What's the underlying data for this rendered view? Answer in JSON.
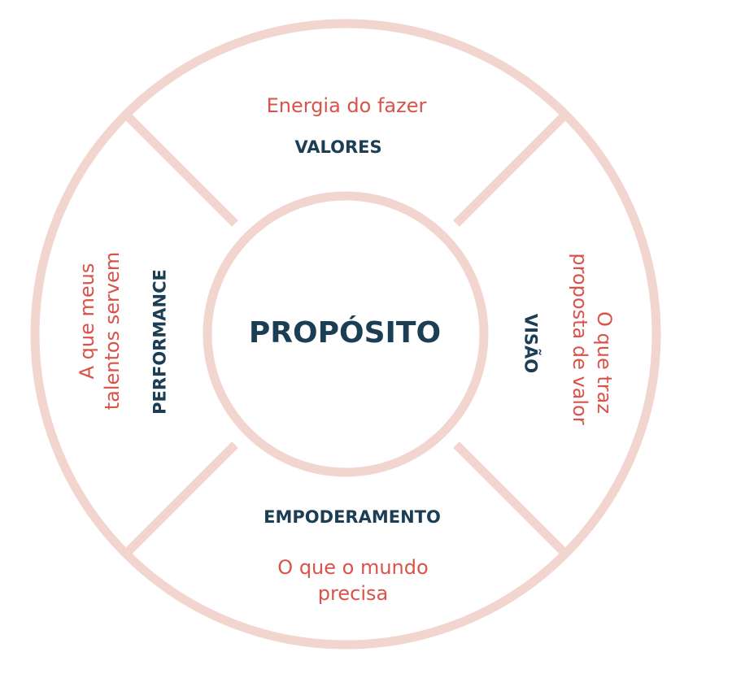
{
  "diagram": {
    "center": "PROPÓSITO",
    "top": {
      "title": "VALORES",
      "subtitle": "Energia do fazer"
    },
    "bottom": {
      "title": "EMPODERAMENTO",
      "subtitle_line1": "O que o mundo",
      "subtitle_line2": "precisa"
    },
    "left": {
      "title": "PERFORMANCE",
      "subtitle_line1": "A que meus",
      "subtitle_line2": "talentos servem"
    },
    "right": {
      "title": "VISÃO",
      "subtitle_line1": "O que traz",
      "subtitle_line2": "proposta de valor"
    }
  },
  "colors": {
    "ring": "#f2d5cf",
    "title": "#1c3e54",
    "subtitle": "#d9534a"
  }
}
